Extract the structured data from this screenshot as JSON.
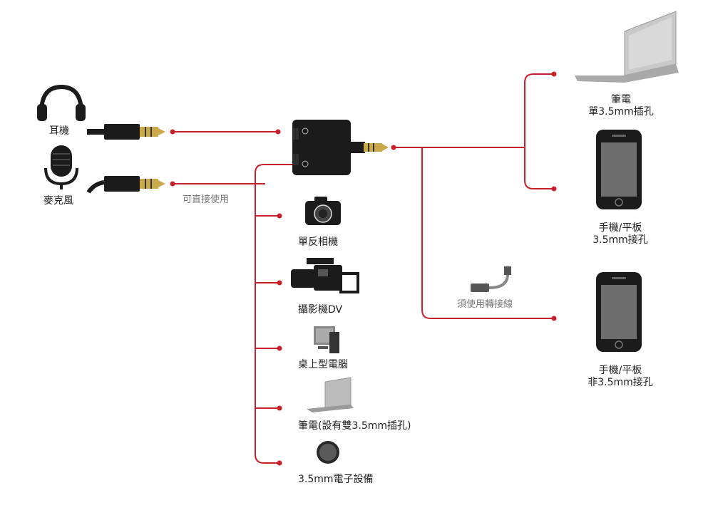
{
  "colors": {
    "line": "#c8202a",
    "dot": "#c8202a",
    "device": "#1b1b1b",
    "plug_gold": "#c9a94a",
    "caption": "#777777"
  },
  "inputs": {
    "headphones": {
      "label": "耳機",
      "icon": "headphones-icon"
    },
    "microphone": {
      "label": "麥克風",
      "icon": "microphone-icon"
    },
    "note": "可直接使用"
  },
  "adapter": {
    "icon": "splitter-adapter-icon"
  },
  "left_outputs": [
    {
      "label": "單反相機",
      "icon": "dslr-camera-icon"
    },
    {
      "label": "攝影機DV",
      "icon": "video-camera-icon"
    },
    {
      "label": "桌上型電腦",
      "icon": "desktop-computer-icon"
    },
    {
      "label": "筆電(設有雙3.5mm插孔)",
      "icon": "laptop-icon"
    },
    {
      "label": "3.5mm電子設備",
      "icon": "audio-device-icon"
    }
  ],
  "right_outputs": [
    {
      "line1": "筆電",
      "line2": "單3.5mm插孔",
      "icon": "laptop-icon"
    },
    {
      "line1": "手機/平板",
      "line2": "3.5mm接孔",
      "icon": "phone-icon"
    },
    {
      "line1": "手機/平板",
      "line2": "非3.5mm接孔",
      "icon": "phone-icon"
    }
  ],
  "cable_note": "須使用轉接線"
}
